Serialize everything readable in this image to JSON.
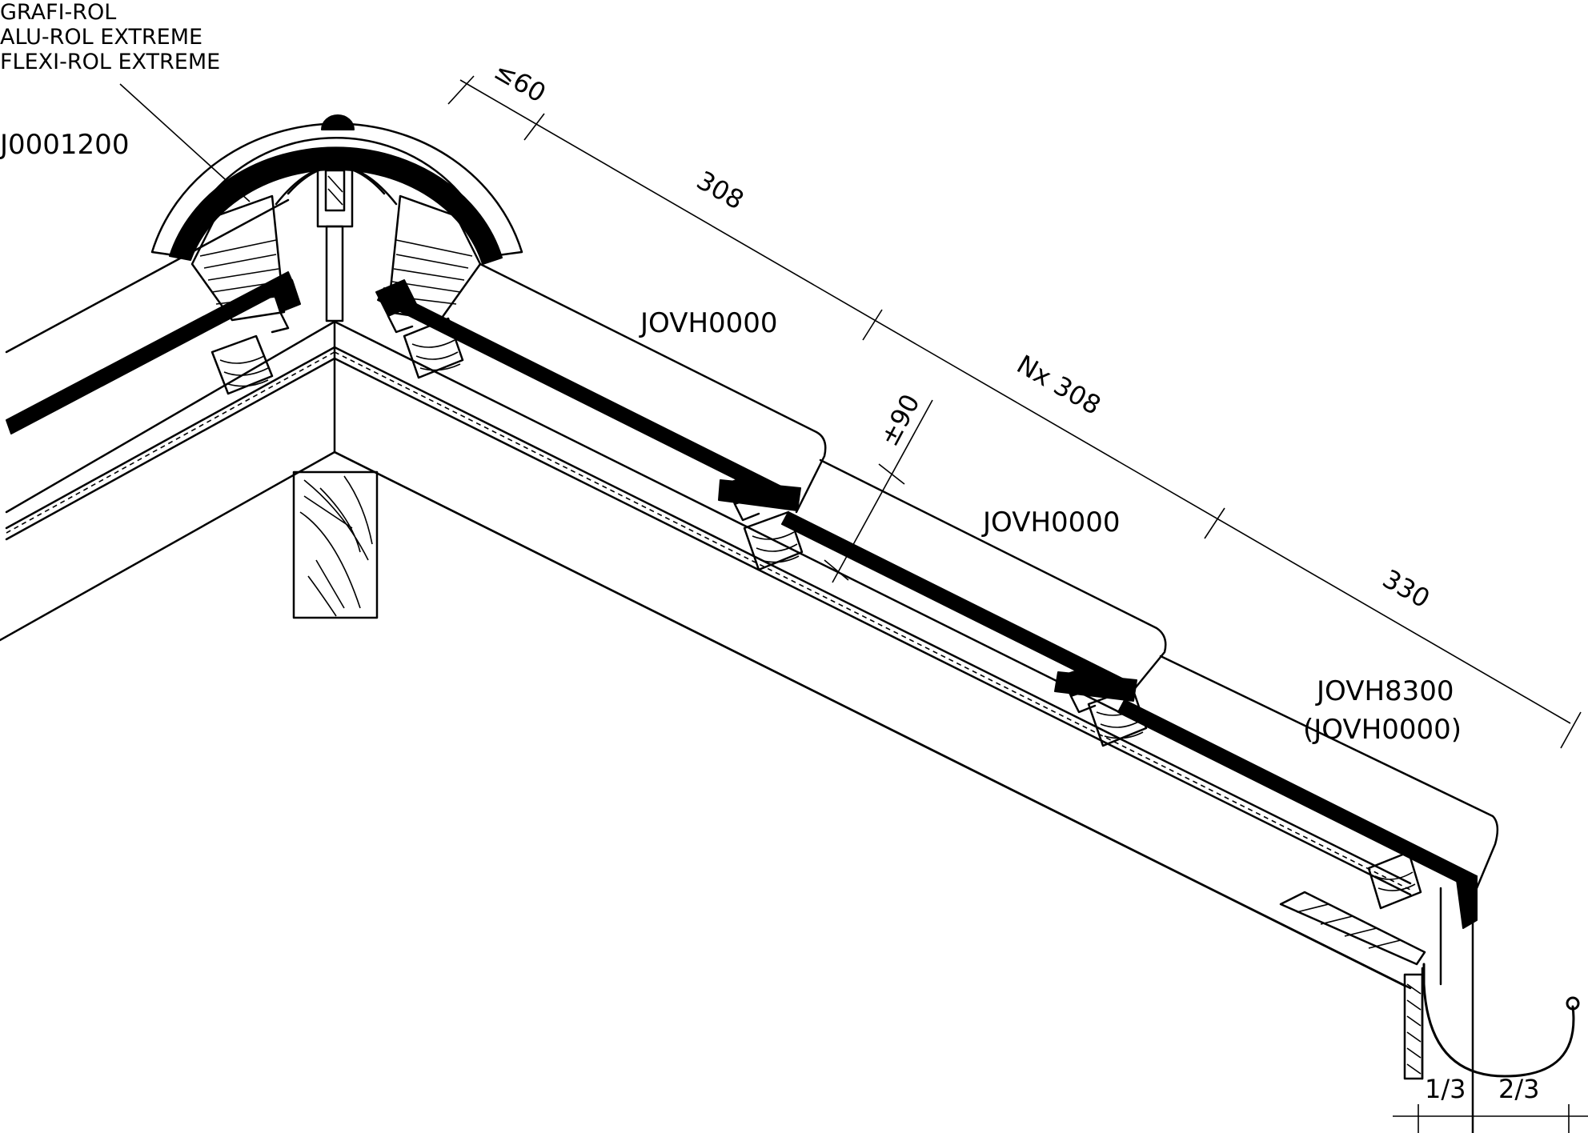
{
  "labels": {
    "product_1": "GRAFI-ROL",
    "product_2": "ALU-ROL EXTREME",
    "product_3": "FLEXI-ROL EXTREME",
    "ridge_code": "J0001200",
    "tile_1": "JOVH0000",
    "tile_2": "JOVH0000",
    "eaves_tile": "JOVH8300",
    "eaves_tile_alt": "(JOVH0000)"
  },
  "dimensions": {
    "ridge_gap": "≤60",
    "first_batten": "308",
    "batten_spacing": "Nx 308",
    "eaves_batten": "330",
    "overlap": "±90",
    "gutter_left": "1/3",
    "gutter_right": "2/3"
  },
  "colors": {
    "line": "#000000",
    "background": "#ffffff"
  }
}
